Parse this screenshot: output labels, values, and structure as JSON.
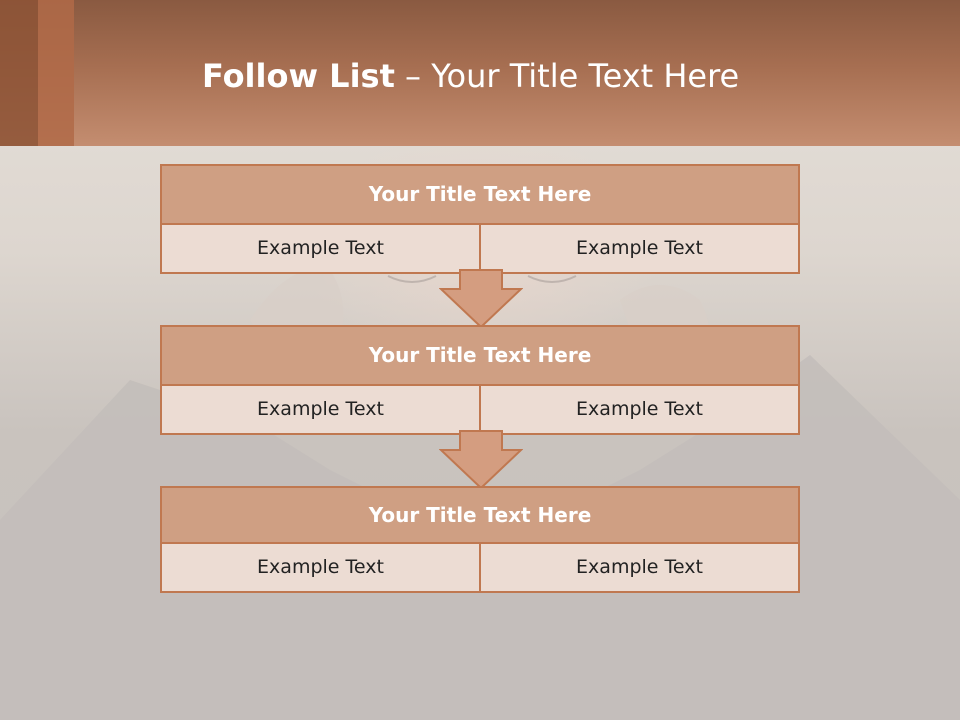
{
  "slide": {
    "title_bold": "Follow List",
    "title_rest": " – Your Title Text Here"
  },
  "steps": [
    {
      "title": "Your Title Text Here",
      "left": "Example Text",
      "right": "Example Text"
    },
    {
      "title": "Your Title Text Here",
      "left": "Example Text",
      "right": "Example Text"
    },
    {
      "title": "Your Title Text Here",
      "left": "Example Text",
      "right": "Example Text"
    }
  ],
  "colors": {
    "header": "#a66e51",
    "box_head": "#cf9f83",
    "box_border": "#c07850",
    "cell": "#ecdcd3",
    "arrow_fill": "#d49d80"
  }
}
